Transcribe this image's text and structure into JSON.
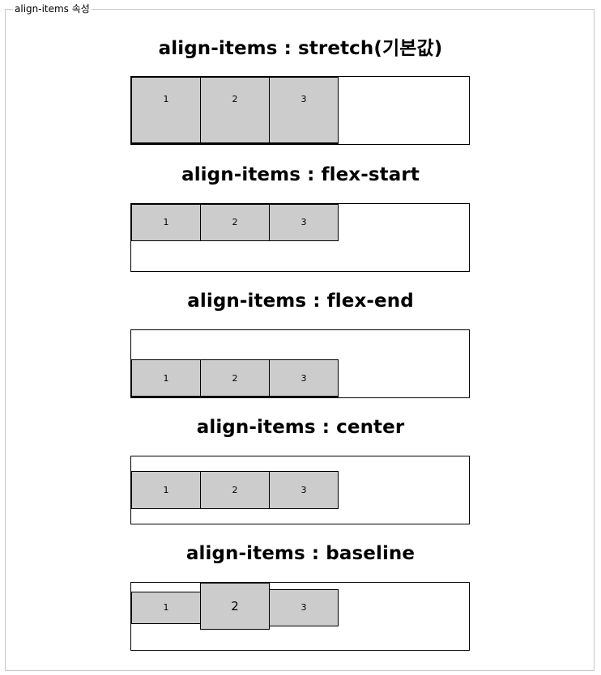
{
  "legend": "align-items 속성",
  "sections": [
    {
      "title": "align-items : stretch(기본값)",
      "items": [
        "1",
        "2",
        "3"
      ]
    },
    {
      "title": "align-items : flex-start",
      "items": [
        "1",
        "2",
        "3"
      ]
    },
    {
      "title": "align-items : flex-end",
      "items": [
        "1",
        "2",
        "3"
      ]
    },
    {
      "title": "align-items : center",
      "items": [
        "1",
        "2",
        "3"
      ]
    },
    {
      "title": "align-items : baseline",
      "items": [
        "1",
        "2",
        "3"
      ]
    }
  ]
}
